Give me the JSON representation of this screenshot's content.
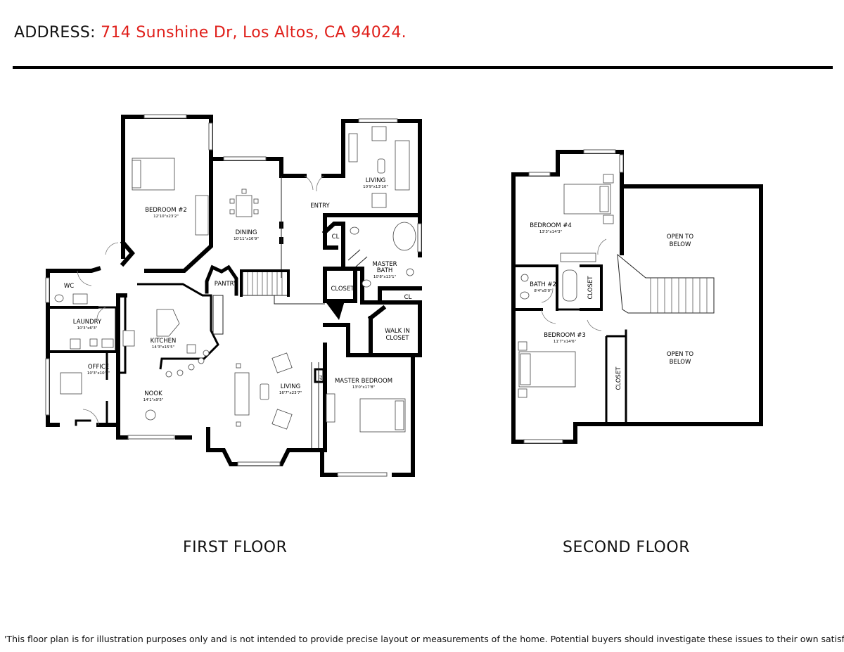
{
  "header": {
    "label": "ADDRESS:",
    "value": "714 Sunshine Dr, Los Altos, CA 94024."
  },
  "floors": [
    {
      "title": "FIRST FLOOR"
    },
    {
      "title": "SECOND FLOOR"
    }
  ],
  "rooms": {
    "bedroom2": {
      "name": "BEDROOM #2",
      "dims": "12'10\"x23'2\""
    },
    "dining": {
      "name": "DINING",
      "dims": "10'11\"x16'9\""
    },
    "entry": {
      "name": "ENTRY"
    },
    "living_front": {
      "name": "LIVING",
      "dims": "10'9\"x13'10\""
    },
    "cl1": {
      "name": "CL"
    },
    "master_bath": {
      "name_line1": "MASTER",
      "name_line2": "BATH",
      "dims": "10'8\"x13'1\""
    },
    "closet1": {
      "name": "CLOSET"
    },
    "cl2": {
      "name": "CL"
    },
    "walk_in": {
      "name_line1": "WALK IN",
      "name_line2": "CLOSET"
    },
    "wc": {
      "name": "WC"
    },
    "laundry": {
      "name": "LAUNDRY",
      "dims": "10'3\"x6'3\""
    },
    "pantry": {
      "name": "PANTRY"
    },
    "kitchen": {
      "name": "KITCHEN",
      "dims": "14'3\"x15'5\""
    },
    "office": {
      "name": "OFFICE",
      "dims": "10'3\"x10'5\""
    },
    "nook": {
      "name": "NOOK",
      "dims": "14'1\"x9'5\""
    },
    "living_main": {
      "name": "LIVING",
      "dims": "16'7\"x23'7\""
    },
    "master_bedroom": {
      "name": "MASTER BEDROOM",
      "dims": "13'0\"x17'8\""
    },
    "fp": {
      "name": "FP"
    },
    "bedroom4": {
      "name": "BEDROOM #4",
      "dims": "13'3\"x14'3\""
    },
    "open_below_1": {
      "line1": "OPEN TO",
      "line2": "BELOW"
    },
    "bath2": {
      "name": "BATH #2",
      "dims": "8'4\"x5'0\""
    },
    "closet_up1": {
      "name": "CLOSET"
    },
    "bedroom3": {
      "name": "BEDROOM #3",
      "dims": "11'7\"x14'6\""
    },
    "open_below_2": {
      "line1": "OPEN TO",
      "line2": "BELOW"
    },
    "closet_up2": {
      "name": "CLOSET"
    }
  },
  "disclaimer": "'This floor plan is for illustration purposes only and is not intended to provide precise layout or measurements of the home. Potential buyers should investigate these issues to their own satisfaction.'",
  "colors": {
    "address_accent": "#e0201b",
    "walls": "#000000"
  }
}
